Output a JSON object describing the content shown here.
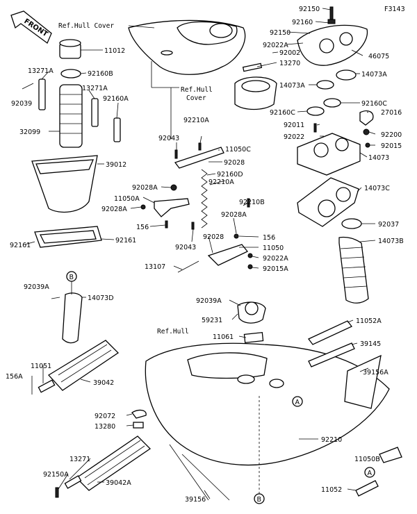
{
  "figure_id": "F3143",
  "front_label": "FRONT",
  "ref_labels": {
    "hull_cover_top": "Ref.Hull Cover",
    "hull_cover_mid": "Ref.Hull\nCover",
    "hull": "Ref.Hull"
  },
  "circle_markers": [
    "A",
    "B"
  ],
  "parts": [
    {
      "id": "p1",
      "label": "92150"
    },
    {
      "id": "p2",
      "label": "92160"
    },
    {
      "id": "p3",
      "label": "92150"
    },
    {
      "id": "p4",
      "label": "92022A"
    },
    {
      "id": "p5",
      "label": "92002"
    },
    {
      "id": "p6",
      "label": "46075"
    },
    {
      "id": "p7",
      "label": "13270"
    },
    {
      "id": "p8",
      "label": "14073A"
    },
    {
      "id": "p9",
      "label": "14073A"
    },
    {
      "id": "p10",
      "label": "92160C"
    },
    {
      "id": "p11",
      "label": "92160C"
    },
    {
      "id": "p12",
      "label": "27016"
    },
    {
      "id": "p13",
      "label": "92011"
    },
    {
      "id": "p14",
      "label": "92200"
    },
    {
      "id": "p15",
      "label": "92022"
    },
    {
      "id": "p16",
      "label": "92015"
    },
    {
      "id": "p17",
      "label": "14073"
    },
    {
      "id": "p18",
      "label": "14073C"
    },
    {
      "id": "p19",
      "label": "92037"
    },
    {
      "id": "p20",
      "label": "14073B"
    },
    {
      "id": "p21",
      "label": "11012"
    },
    {
      "id": "p22",
      "label": "92160B"
    },
    {
      "id": "p23",
      "label": "13271A"
    },
    {
      "id": "p24",
      "label": "13271A"
    },
    {
      "id": "p25",
      "label": "92039"
    },
    {
      "id": "p26",
      "label": "92160A"
    },
    {
      "id": "p27",
      "label": "32099"
    },
    {
      "id": "p28",
      "label": "39012"
    },
    {
      "id": "p29",
      "label": "92161"
    },
    {
      "id": "p30",
      "label": "92161"
    },
    {
      "id": "p31",
      "label": "92210A"
    },
    {
      "id": "p32",
      "label": "92043"
    },
    {
      "id": "p33",
      "label": "11050C"
    },
    {
      "id": "p34",
      "label": "92028"
    },
    {
      "id": "p35",
      "label": "92160D"
    },
    {
      "id": "p36",
      "label": "92028A"
    },
    {
      "id": "p37",
      "label": "92210A"
    },
    {
      "id": "p38",
      "label": "11050A"
    },
    {
      "id": "p39",
      "label": "92210B"
    },
    {
      "id": "p40",
      "label": "92028A"
    },
    {
      "id": "p41",
      "label": "92028A"
    },
    {
      "id": "p42",
      "label": "156"
    },
    {
      "id": "p43",
      "label": "156"
    },
    {
      "id": "p44",
      "label": "92043"
    },
    {
      "id": "p45",
      "label": "92028"
    },
    {
      "id": "p46",
      "label": "11050"
    },
    {
      "id": "p47",
      "label": "92022A"
    },
    {
      "id": "p48",
      "label": "13107"
    },
    {
      "id": "p49",
      "label": "92015A"
    },
    {
      "id": "p50",
      "label": "92039A"
    },
    {
      "id": "p51",
      "label": "14073D"
    },
    {
      "id": "p52",
      "label": "92039A"
    },
    {
      "id": "p53",
      "label": "59231"
    },
    {
      "id": "p54",
      "label": "11052A"
    },
    {
      "id": "p55",
      "label": "11061"
    },
    {
      "id": "p56",
      "label": "39145"
    },
    {
      "id": "p57",
      "label": "11051"
    },
    {
      "id": "p58",
      "label": "156A"
    },
    {
      "id": "p59",
      "label": "39042"
    },
    {
      "id": "p60",
      "label": "39156A"
    },
    {
      "id": "p61",
      "label": "92072"
    },
    {
      "id": "p62",
      "label": "13280"
    },
    {
      "id": "p63",
      "label": "92210"
    },
    {
      "id": "p64",
      "label": "13271"
    },
    {
      "id": "p65",
      "label": "11050B"
    },
    {
      "id": "p66",
      "label": "92150A"
    },
    {
      "id": "p67",
      "label": "39042A"
    },
    {
      "id": "p68",
      "label": "11052"
    },
    {
      "id": "p69",
      "label": "39156"
    }
  ]
}
